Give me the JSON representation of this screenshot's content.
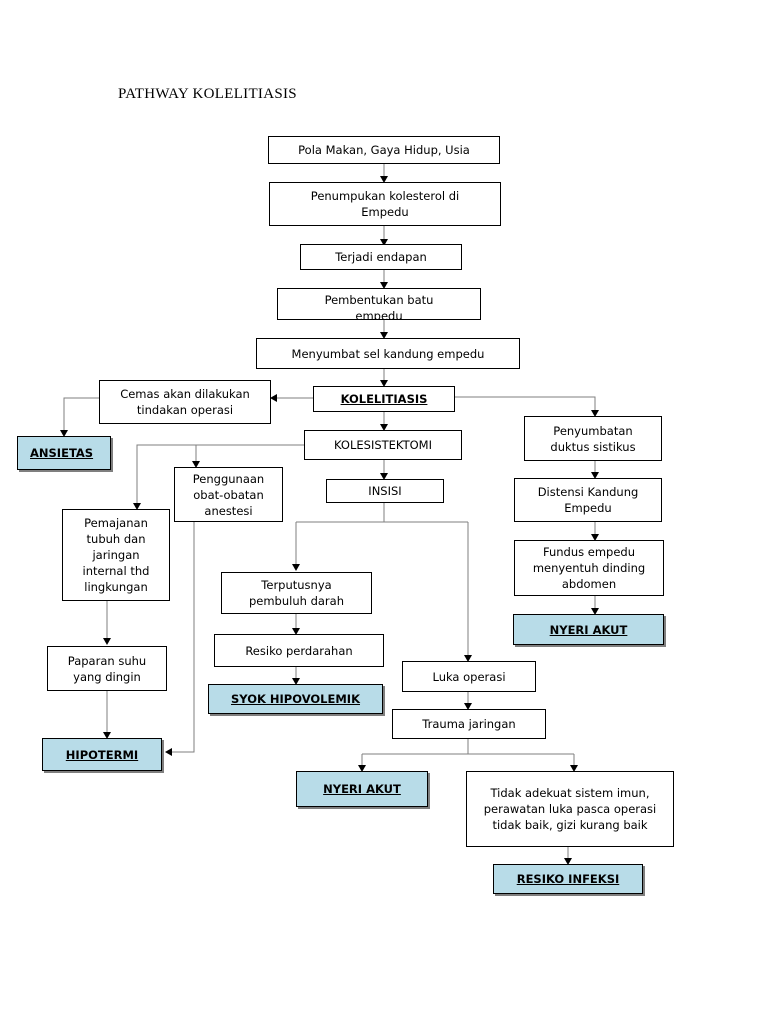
{
  "title": "PATHWAY KOLELITIASIS",
  "nodes": {
    "pola_makan": "Pola Makan, Gaya Hidup, Usia",
    "penumpukan": "Penumpukan kolesterol di Empedu",
    "terjadi_endapan": "Terjadi endapan",
    "pembentukan_batu": "Pembentukan batu empedu",
    "menyumbat": "Menyumbat sel kandung empedu",
    "kolelitiasis": "KOLELITIASIS",
    "cemas": "Cemas akan dilakukan tindakan operasi",
    "kolesistektomi": "KOLESISTEKTOMI",
    "penyumbatan": "Penyumbatan duktus sistikus",
    "penggunaan_obat": "Penggunaan obat-obatan anestesi",
    "insisi": "INSISI",
    "distensi": "Distensi Kandung Empedu",
    "pemajanan": "Pemajanan tubuh dan jaringan internal thd lingkungan",
    "fundus": "Fundus empedu menyentuh dinding abdomen",
    "terputusnya": "Terputusnya pembuluh darah",
    "resiko_perdarahan": "Resiko perdarahan",
    "paparan_suhu": "Paparan suhu yang dingin",
    "luka_operasi": "Luka operasi",
    "trauma_jaringan": "Trauma jaringan",
    "tidak_adekuat": "Tidak adekuat sistem imun, perawatan luka pasca operasi tidak baik, gizi kurang baik"
  },
  "diagnoses": {
    "ansietas": "ANSIETAS",
    "nyeri_akut_right": "NYERI AKUT",
    "syok_hipovolemik": "SYOK HIPOVOLEMIK",
    "hipotermi": "HIPOTERMI",
    "nyeri_akut_center": "NYERI AKUT",
    "resiko_infeksi": "RESIKO INFEKSI"
  },
  "colors": {
    "diagnosis_fill": "#b8dce8",
    "line": "#7f7f7f"
  }
}
